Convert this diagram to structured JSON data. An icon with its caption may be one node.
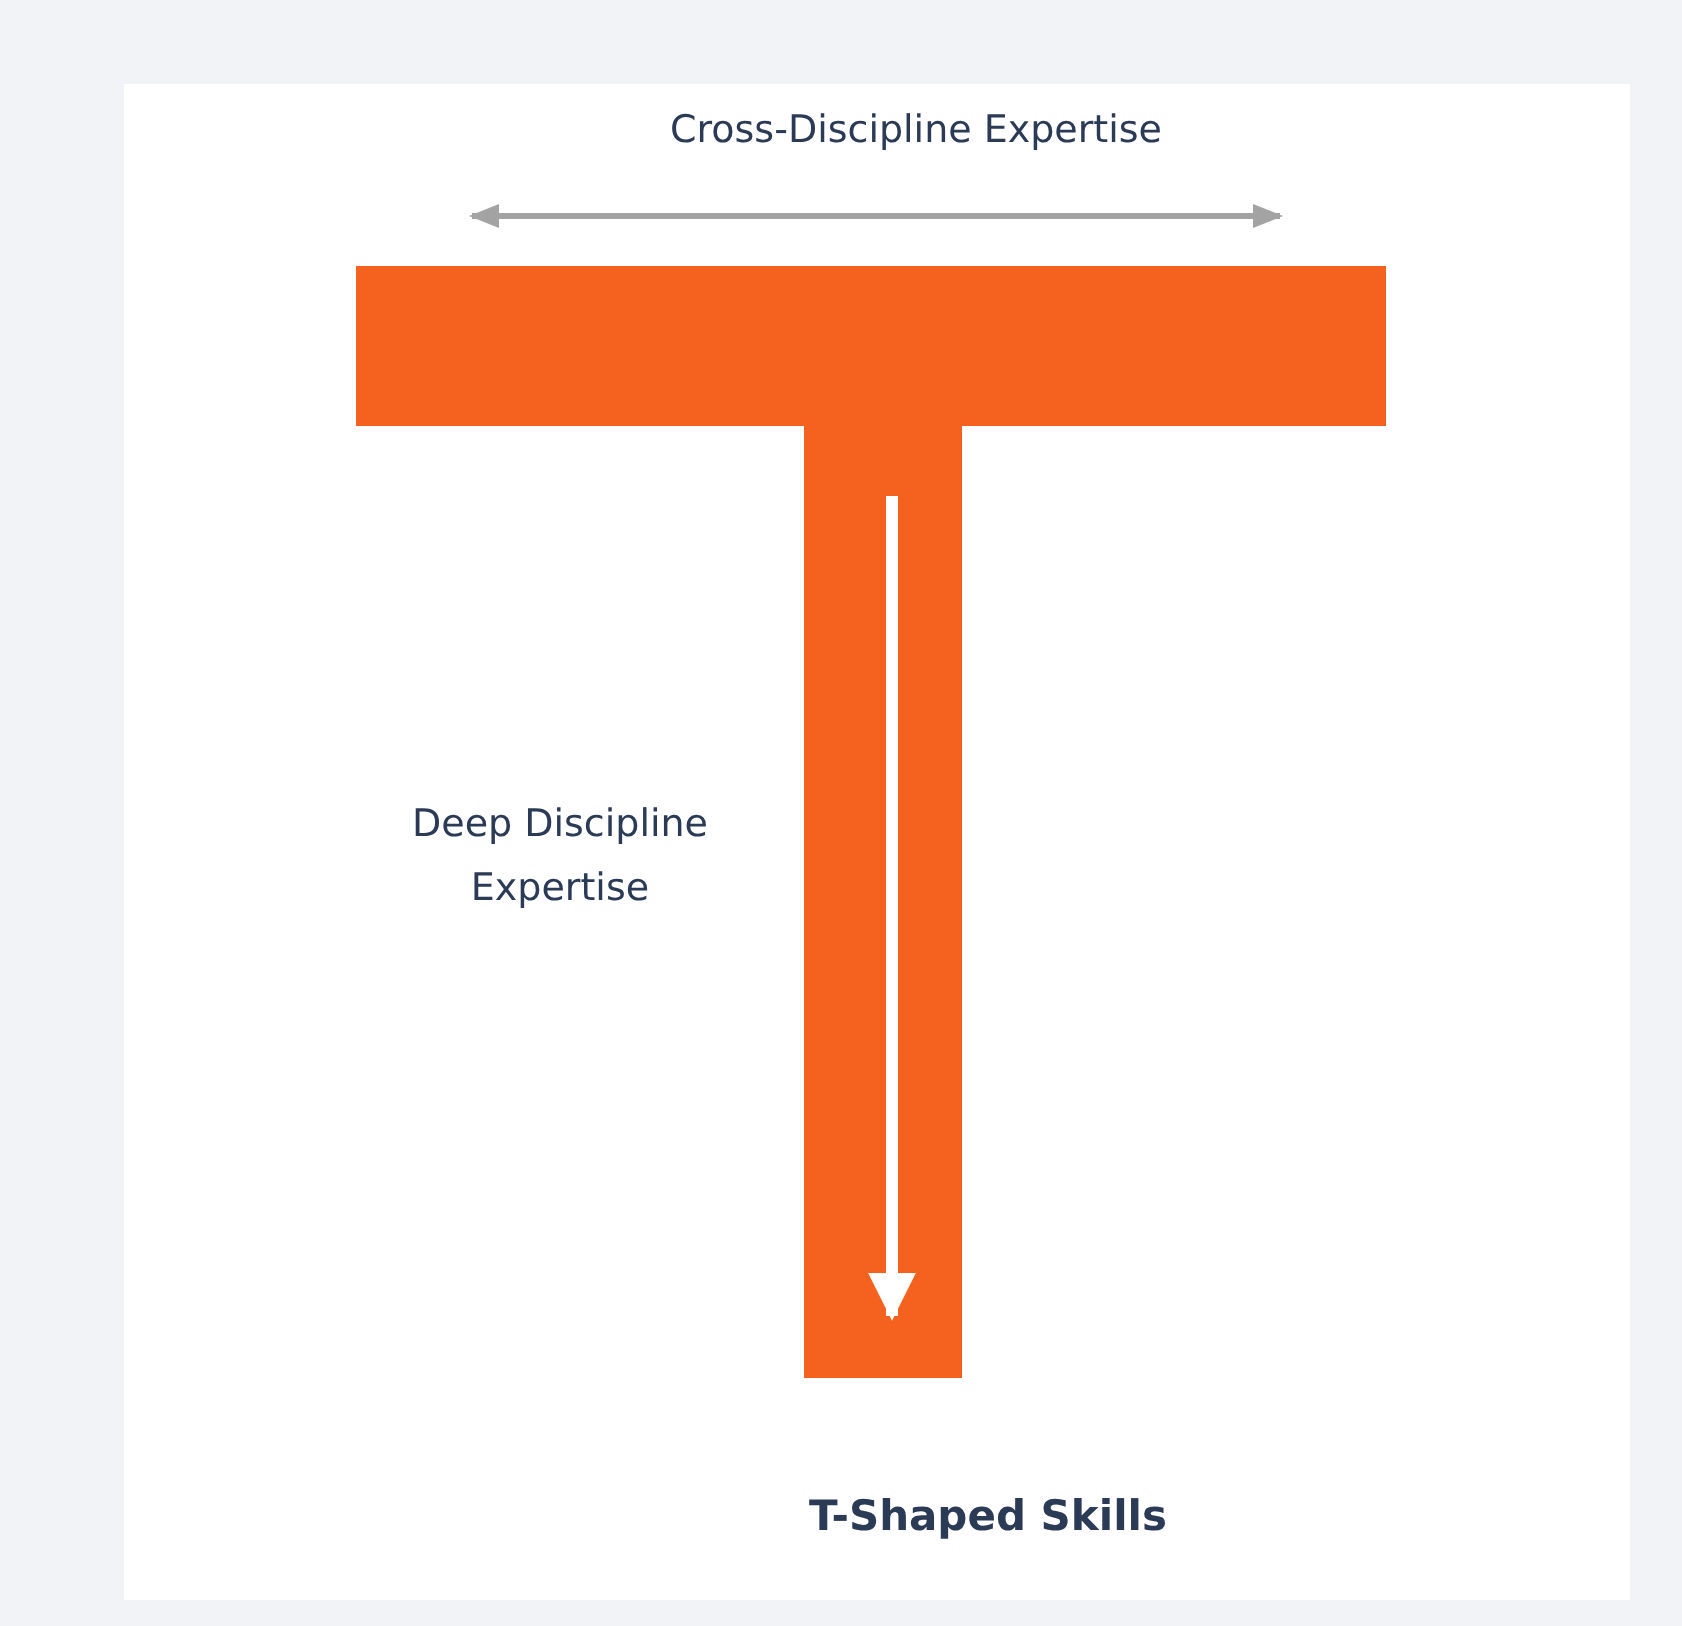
{
  "diagram": {
    "caption": "T-Shaped Skills",
    "labels": [
      "Cross-Discipline Expertise",
      "Deep Discipline Expertise"
    ]
  }
}
